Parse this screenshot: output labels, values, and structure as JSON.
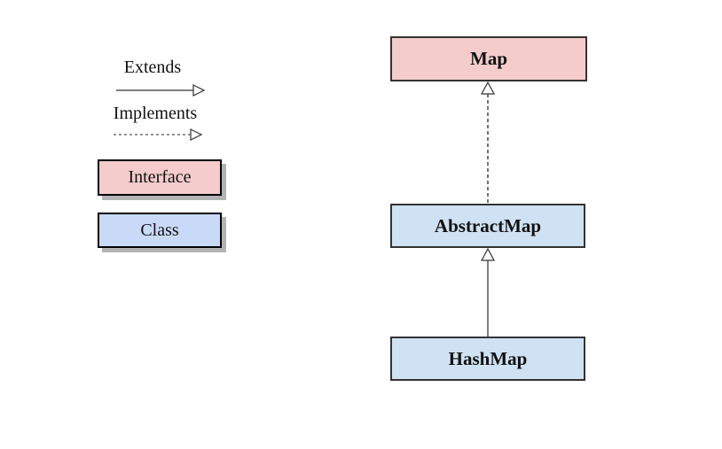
{
  "legend": {
    "extends_label": "Extends",
    "implements_label": "Implements",
    "interface_label": "Interface",
    "class_label": "Class"
  },
  "nodes": [
    {
      "name": "Map",
      "kind": "interface"
    },
    {
      "name": "AbstractMap",
      "kind": "class"
    },
    {
      "name": "HashMap",
      "kind": "class"
    }
  ],
  "edges": [
    {
      "from": "AbstractMap",
      "to": "Map",
      "type": "implements"
    },
    {
      "from": "HashMap",
      "to": "AbstractMap",
      "type": "extends"
    }
  ],
  "colors": {
    "interface": "#f4cccc",
    "class": "#cfe2f3",
    "legend_class": "#c9daf8"
  }
}
